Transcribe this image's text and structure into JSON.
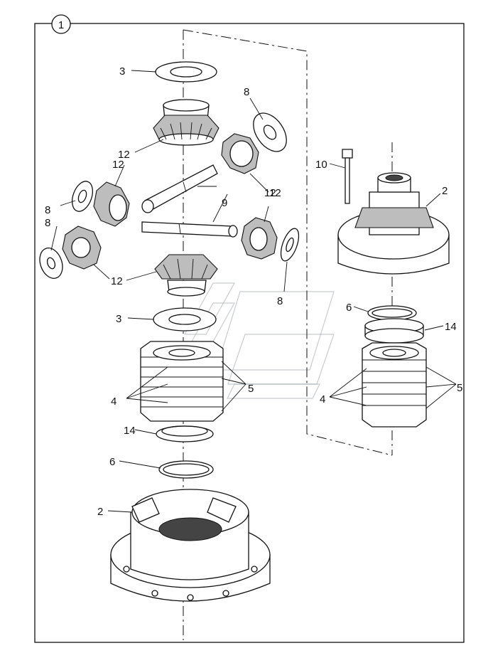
{
  "diagram": {
    "figure_number": "1",
    "callouts": [
      "3",
      "8",
      "12",
      "12",
      "8",
      "12",
      "9",
      "12",
      "8",
      "12",
      "3",
      "8",
      "4",
      "5",
      "14",
      "6",
      "2",
      "10",
      "2",
      "6",
      "14",
      "4",
      "5"
    ]
  }
}
